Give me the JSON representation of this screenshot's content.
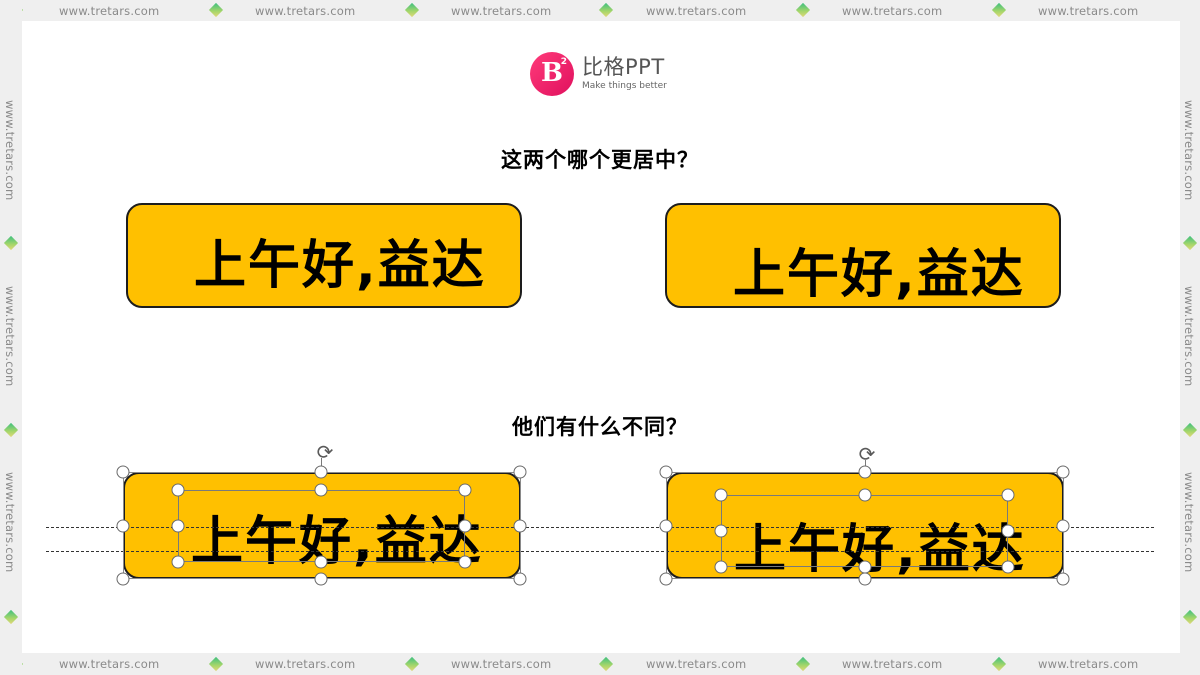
{
  "watermark": {
    "text": "www.tretars.com",
    "icon": "diamond-icon",
    "colors": {
      "diamond_start": "#3fc07f",
      "diamond_end": "#e0d87a",
      "strip_bg": "#efefef",
      "text": "#8a8a8a"
    }
  },
  "logo": {
    "mark": "B",
    "mark_superscript": "2",
    "title": "比格PPT",
    "subtitle": "Make things better",
    "color": "#e0105e"
  },
  "section1": {
    "question": "这两个哪个更居中？",
    "boxes": [
      {
        "label": "上午好,益达"
      },
      {
        "label": "上午好,益达"
      }
    ]
  },
  "section2": {
    "question": "他们有什么不同？",
    "boxes": [
      {
        "label": "上午好,益达",
        "selected": true
      },
      {
        "label": "上午好,益达",
        "selected": true
      }
    ]
  },
  "colors": {
    "pill_fill": "#ffc000",
    "pill_border": "#1d1d1d",
    "slide_bg": "#ffffff",
    "text": "#000000"
  }
}
